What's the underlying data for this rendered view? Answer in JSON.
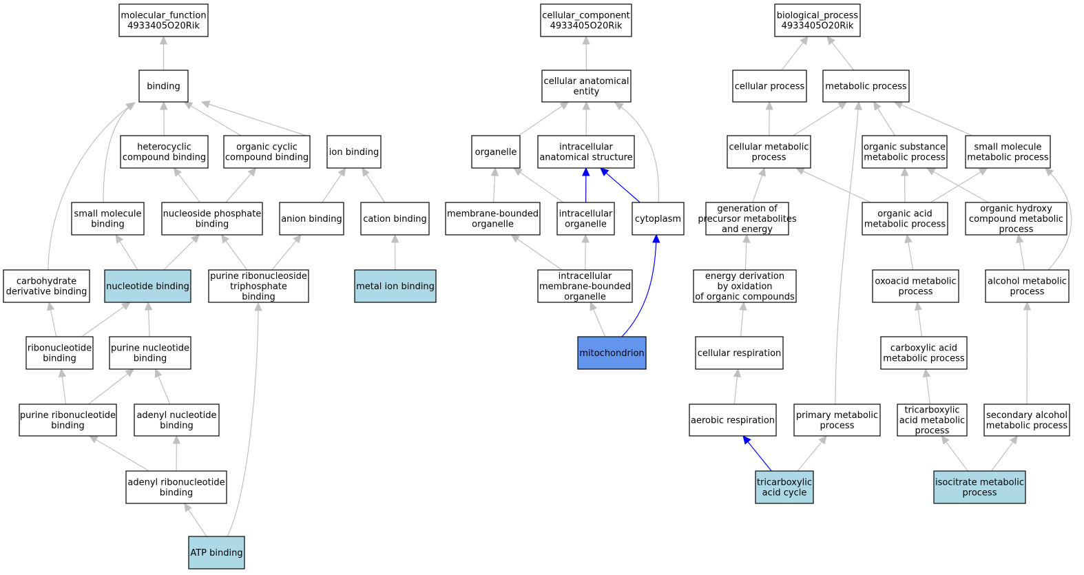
{
  "colors": {
    "default_fill": "#ffffff",
    "highlight_light": "#add8e6",
    "highlight_strong": "#6495ed",
    "edge_gray": "#c0c0c0",
    "edge_blue": "#0000ff"
  },
  "nodes": [
    {
      "id": "mf_root",
      "lines": [
        "molecular_function",
        "4933405O20Rik"
      ],
      "fill": "default"
    },
    {
      "id": "binding",
      "lines": [
        "binding"
      ],
      "fill": "default"
    },
    {
      "id": "heterocyclic",
      "lines": [
        "heterocyclic",
        "compound binding"
      ],
      "fill": "default"
    },
    {
      "id": "organic_cyclic",
      "lines": [
        "organic cyclic",
        "compound binding"
      ],
      "fill": "default"
    },
    {
      "id": "ion_binding",
      "lines": [
        "ion binding"
      ],
      "fill": "default"
    },
    {
      "id": "small_mol_binding",
      "lines": [
        "small molecule",
        "binding"
      ],
      "fill": "default"
    },
    {
      "id": "nucleoside_phosphate",
      "lines": [
        "nucleoside phosphate",
        "binding"
      ],
      "fill": "default"
    },
    {
      "id": "anion_binding",
      "lines": [
        "anion binding"
      ],
      "fill": "default"
    },
    {
      "id": "cation_binding",
      "lines": [
        "cation binding"
      ],
      "fill": "default"
    },
    {
      "id": "carbohydrate_deriv",
      "lines": [
        "carbohydrate",
        "derivative binding"
      ],
      "fill": "default"
    },
    {
      "id": "nucleotide_binding",
      "lines": [
        "nucleotide binding"
      ],
      "fill": "light"
    },
    {
      "id": "purine_ribonucleoside_tp",
      "lines": [
        "purine ribonucleoside",
        "triphosphate",
        "binding"
      ],
      "fill": "default"
    },
    {
      "id": "metal_ion",
      "lines": [
        "metal ion binding"
      ],
      "fill": "light"
    },
    {
      "id": "ribonucleotide",
      "lines": [
        "ribonucleotide",
        "binding"
      ],
      "fill": "default"
    },
    {
      "id": "purine_nucleotide",
      "lines": [
        "purine nucleotide",
        "binding"
      ],
      "fill": "default"
    },
    {
      "id": "purine_ribonucleotide",
      "lines": [
        "purine ribonucleotide",
        "binding"
      ],
      "fill": "default"
    },
    {
      "id": "adenyl_nucleotide",
      "lines": [
        "adenyl nucleotide",
        "binding"
      ],
      "fill": "default"
    },
    {
      "id": "adenyl_ribonucleotide",
      "lines": [
        "adenyl ribonucleotide",
        "binding"
      ],
      "fill": "default"
    },
    {
      "id": "atp_binding",
      "lines": [
        "ATP binding"
      ],
      "fill": "light"
    },
    {
      "id": "cc_root",
      "lines": [
        "cellular_component",
        "4933405O20Rik"
      ],
      "fill": "default"
    },
    {
      "id": "cell_anat_entity",
      "lines": [
        "cellular anatomical",
        "entity"
      ],
      "fill": "default"
    },
    {
      "id": "organelle",
      "lines": [
        "organelle"
      ],
      "fill": "default"
    },
    {
      "id": "intracell_anat",
      "lines": [
        "intracellular",
        "anatomical structure"
      ],
      "fill": "default"
    },
    {
      "id": "membrane_bounded",
      "lines": [
        "membrane-bounded",
        "organelle"
      ],
      "fill": "default"
    },
    {
      "id": "intracell_organelle",
      "lines": [
        "intracellular",
        "organelle"
      ],
      "fill": "default"
    },
    {
      "id": "cytoplasm",
      "lines": [
        "cytoplasm"
      ],
      "fill": "default"
    },
    {
      "id": "intracell_mb_organelle",
      "lines": [
        "intracellular",
        "membrane-bounded",
        "organelle"
      ],
      "fill": "default"
    },
    {
      "id": "mitochondrion",
      "lines": [
        "mitochondrion"
      ],
      "fill": "strong"
    },
    {
      "id": "bp_root",
      "lines": [
        "biological_process",
        "4933405O20Rik"
      ],
      "fill": "default"
    },
    {
      "id": "cellular_process",
      "lines": [
        "cellular process"
      ],
      "fill": "default"
    },
    {
      "id": "metabolic_process",
      "lines": [
        "metabolic process"
      ],
      "fill": "default"
    },
    {
      "id": "cellular_metabolic",
      "lines": [
        "cellular metabolic",
        "process"
      ],
      "fill": "default"
    },
    {
      "id": "organic_substance",
      "lines": [
        "organic substance",
        "metabolic process"
      ],
      "fill": "default"
    },
    {
      "id": "small_mol_metabolic",
      "lines": [
        "small molecule",
        "metabolic process"
      ],
      "fill": "default"
    },
    {
      "id": "generation_precursor",
      "lines": [
        "generation of",
        "precursor metabolites",
        "and energy"
      ],
      "fill": "default"
    },
    {
      "id": "organic_acid",
      "lines": [
        "organic acid",
        "metabolic process"
      ],
      "fill": "default"
    },
    {
      "id": "organic_hydroxy",
      "lines": [
        "organic hydroxy",
        "compound metabolic",
        "process"
      ],
      "fill": "default"
    },
    {
      "id": "energy_derivation",
      "lines": [
        "energy derivation",
        "by oxidation",
        "of organic compounds"
      ],
      "fill": "default"
    },
    {
      "id": "oxoacid",
      "lines": [
        "oxoacid metabolic",
        "process"
      ],
      "fill": "default"
    },
    {
      "id": "alcohol_metabolic",
      "lines": [
        "alcohol metabolic",
        "process"
      ],
      "fill": "default"
    },
    {
      "id": "cellular_respiration",
      "lines": [
        "cellular respiration"
      ],
      "fill": "default"
    },
    {
      "id": "carboxylic_acid",
      "lines": [
        "carboxylic acid",
        "metabolic process"
      ],
      "fill": "default"
    },
    {
      "id": "aerobic_respiration",
      "lines": [
        "aerobic respiration"
      ],
      "fill": "default"
    },
    {
      "id": "primary_metabolic",
      "lines": [
        "primary metabolic",
        "process"
      ],
      "fill": "default"
    },
    {
      "id": "tricarboxylic_metabolic",
      "lines": [
        "tricarboxylic",
        "acid metabolic",
        "process"
      ],
      "fill": "default"
    },
    {
      "id": "secondary_alcohol",
      "lines": [
        "secondary alcohol",
        "metabolic process"
      ],
      "fill": "default"
    },
    {
      "id": "tca_cycle",
      "lines": [
        "tricarboxylic",
        "acid cycle"
      ],
      "fill": "light"
    },
    {
      "id": "isocitrate",
      "lines": [
        "isocitrate metabolic",
        "process"
      ],
      "fill": "light"
    }
  ],
  "edges": [
    {
      "from": "binding",
      "to": "mf_root",
      "color": "gray"
    },
    {
      "from": "heterocyclic",
      "to": "binding",
      "color": "gray"
    },
    {
      "from": "organic_cyclic",
      "to": "binding",
      "color": "gray"
    },
    {
      "from": "ion_binding",
      "to": "binding",
      "color": "gray"
    },
    {
      "from": "small_mol_binding",
      "to": "binding",
      "color": "gray"
    },
    {
      "from": "carbohydrate_deriv",
      "to": "binding",
      "color": "gray"
    },
    {
      "from": "nucleoside_phosphate",
      "to": "heterocyclic",
      "color": "gray"
    },
    {
      "from": "nucleoside_phosphate",
      "to": "organic_cyclic",
      "color": "gray"
    },
    {
      "from": "anion_binding",
      "to": "ion_binding",
      "color": "gray"
    },
    {
      "from": "cation_binding",
      "to": "ion_binding",
      "color": "gray"
    },
    {
      "from": "nucleotide_binding",
      "to": "small_mol_binding",
      "color": "gray"
    },
    {
      "from": "nucleotide_binding",
      "to": "nucleoside_phosphate",
      "color": "gray"
    },
    {
      "from": "purine_ribonucleoside_tp",
      "to": "nucleoside_phosphate",
      "color": "gray"
    },
    {
      "from": "purine_ribonucleoside_tp",
      "to": "anion_binding",
      "color": "gray"
    },
    {
      "from": "metal_ion",
      "to": "cation_binding",
      "color": "gray"
    },
    {
      "from": "ribonucleotide",
      "to": "carbohydrate_deriv",
      "color": "gray"
    },
    {
      "from": "ribonucleotide",
      "to": "nucleotide_binding",
      "color": "gray"
    },
    {
      "from": "purine_nucleotide",
      "to": "nucleotide_binding",
      "color": "gray"
    },
    {
      "from": "purine_ribonucleotide",
      "to": "ribonucleotide",
      "color": "gray"
    },
    {
      "from": "purine_ribonucleotide",
      "to": "purine_nucleotide",
      "color": "gray"
    },
    {
      "from": "adenyl_nucleotide",
      "to": "purine_nucleotide",
      "color": "gray"
    },
    {
      "from": "adenyl_ribonucleotide",
      "to": "purine_ribonucleotide",
      "color": "gray"
    },
    {
      "from": "adenyl_ribonucleotide",
      "to": "adenyl_nucleotide",
      "color": "gray"
    },
    {
      "from": "atp_binding",
      "to": "adenyl_ribonucleotide",
      "color": "gray"
    },
    {
      "from": "atp_binding",
      "to": "purine_ribonucleoside_tp",
      "color": "gray"
    },
    {
      "from": "cell_anat_entity",
      "to": "cc_root",
      "color": "gray"
    },
    {
      "from": "organelle",
      "to": "cell_anat_entity",
      "color": "gray"
    },
    {
      "from": "intracell_anat",
      "to": "cell_anat_entity",
      "color": "gray"
    },
    {
      "from": "cytoplasm",
      "to": "cell_anat_entity",
      "color": "gray"
    },
    {
      "from": "membrane_bounded",
      "to": "organelle",
      "color": "gray"
    },
    {
      "from": "intracell_organelle",
      "to": "organelle",
      "color": "gray"
    },
    {
      "from": "intracell_organelle",
      "to": "intracell_anat",
      "color": "blue"
    },
    {
      "from": "cytoplasm",
      "to": "intracell_anat",
      "color": "blue"
    },
    {
      "from": "intracell_mb_organelle",
      "to": "membrane_bounded",
      "color": "gray"
    },
    {
      "from": "intracell_mb_organelle",
      "to": "intracell_organelle",
      "color": "gray"
    },
    {
      "from": "mitochondrion",
      "to": "intracell_mb_organelle",
      "color": "gray"
    },
    {
      "from": "mitochondrion",
      "to": "cytoplasm",
      "color": "blue"
    },
    {
      "from": "cellular_process",
      "to": "bp_root",
      "color": "gray"
    },
    {
      "from": "metabolic_process",
      "to": "bp_root",
      "color": "gray"
    },
    {
      "from": "cellular_metabolic",
      "to": "cellular_process",
      "color": "gray"
    },
    {
      "from": "cellular_metabolic",
      "to": "metabolic_process",
      "color": "gray"
    },
    {
      "from": "organic_substance",
      "to": "metabolic_process",
      "color": "gray"
    },
    {
      "from": "small_mol_metabolic",
      "to": "metabolic_process",
      "color": "gray"
    },
    {
      "from": "primary_metabolic",
      "to": "metabolic_process",
      "color": "gray"
    },
    {
      "from": "generation_precursor",
      "to": "cellular_metabolic",
      "color": "gray"
    },
    {
      "from": "organic_acid",
      "to": "cellular_metabolic",
      "color": "gray"
    },
    {
      "from": "organic_acid",
      "to": "organic_substance",
      "color": "gray"
    },
    {
      "from": "organic_acid",
      "to": "small_mol_metabolic",
      "color": "gray"
    },
    {
      "from": "organic_hydroxy",
      "to": "organic_substance",
      "color": "gray"
    },
    {
      "from": "alcohol_metabolic",
      "to": "organic_hydroxy",
      "color": "gray"
    },
    {
      "from": "alcohol_metabolic",
      "to": "small_mol_metabolic",
      "color": "gray"
    },
    {
      "from": "energy_derivation",
      "to": "generation_precursor",
      "color": "gray"
    },
    {
      "from": "oxoacid",
      "to": "organic_acid",
      "color": "gray"
    },
    {
      "from": "cellular_respiration",
      "to": "energy_derivation",
      "color": "gray"
    },
    {
      "from": "carboxylic_acid",
      "to": "oxoacid",
      "color": "gray"
    },
    {
      "from": "aerobic_respiration",
      "to": "cellular_respiration",
      "color": "gray"
    },
    {
      "from": "tricarboxylic_metabolic",
      "to": "carboxylic_acid",
      "color": "gray"
    },
    {
      "from": "secondary_alcohol",
      "to": "alcohol_metabolic",
      "color": "gray"
    },
    {
      "from": "tca_cycle",
      "to": "aerobic_respiration",
      "color": "blue"
    },
    {
      "from": "tca_cycle",
      "to": "primary_metabolic",
      "color": "gray"
    },
    {
      "from": "isocitrate",
      "to": "tricarboxylic_metabolic",
      "color": "gray"
    },
    {
      "from": "isocitrate",
      "to": "secondary_alcohol",
      "color": "gray"
    }
  ]
}
